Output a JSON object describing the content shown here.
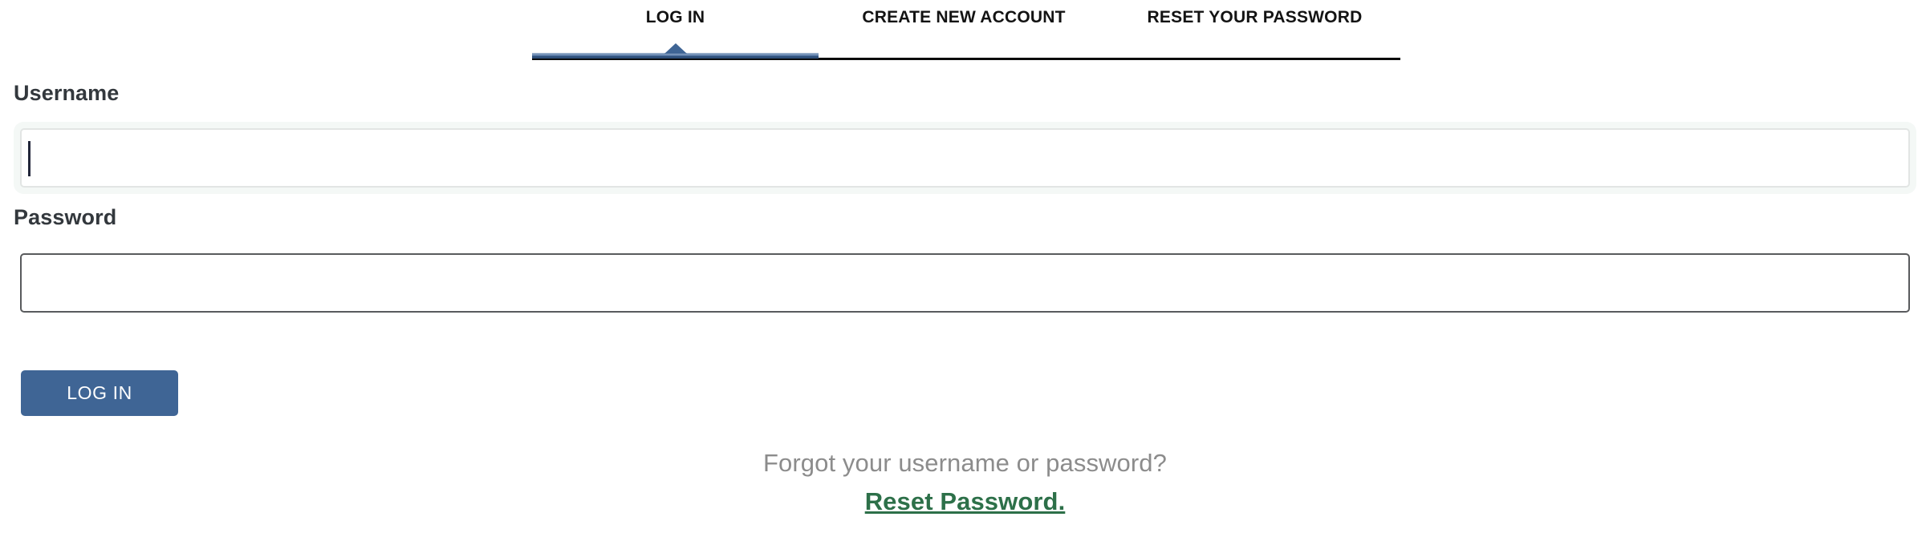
{
  "tabs": {
    "items": [
      {
        "label": "LOG IN",
        "active": true
      },
      {
        "label": "CREATE NEW ACCOUNT",
        "active": false
      },
      {
        "label": "RESET YOUR PASSWORD",
        "active": false
      }
    ]
  },
  "form": {
    "username": {
      "label": "Username",
      "value": "",
      "placeholder": "",
      "focused": true
    },
    "password": {
      "label": "Password",
      "value": "",
      "placeholder": "",
      "focused": false
    },
    "submit_label": "LOG IN"
  },
  "footer": {
    "forgot_text": "Forgot your username or password?",
    "reset_link_label": "Reset Password."
  },
  "colors": {
    "accent_blue": "#3f6595",
    "tab_underline": "#5b7ca8",
    "link_green": "#2d7049",
    "muted_gray": "#8c8c8c",
    "label_dark": "#33383d",
    "rule_dark": "#0b0b0b",
    "input_border_idle": "#595b5d",
    "input_border_focus": "#e2e5e4",
    "focus_glow": "#f4f8f6",
    "caret": "#22263a",
    "background": "#ffffff"
  }
}
